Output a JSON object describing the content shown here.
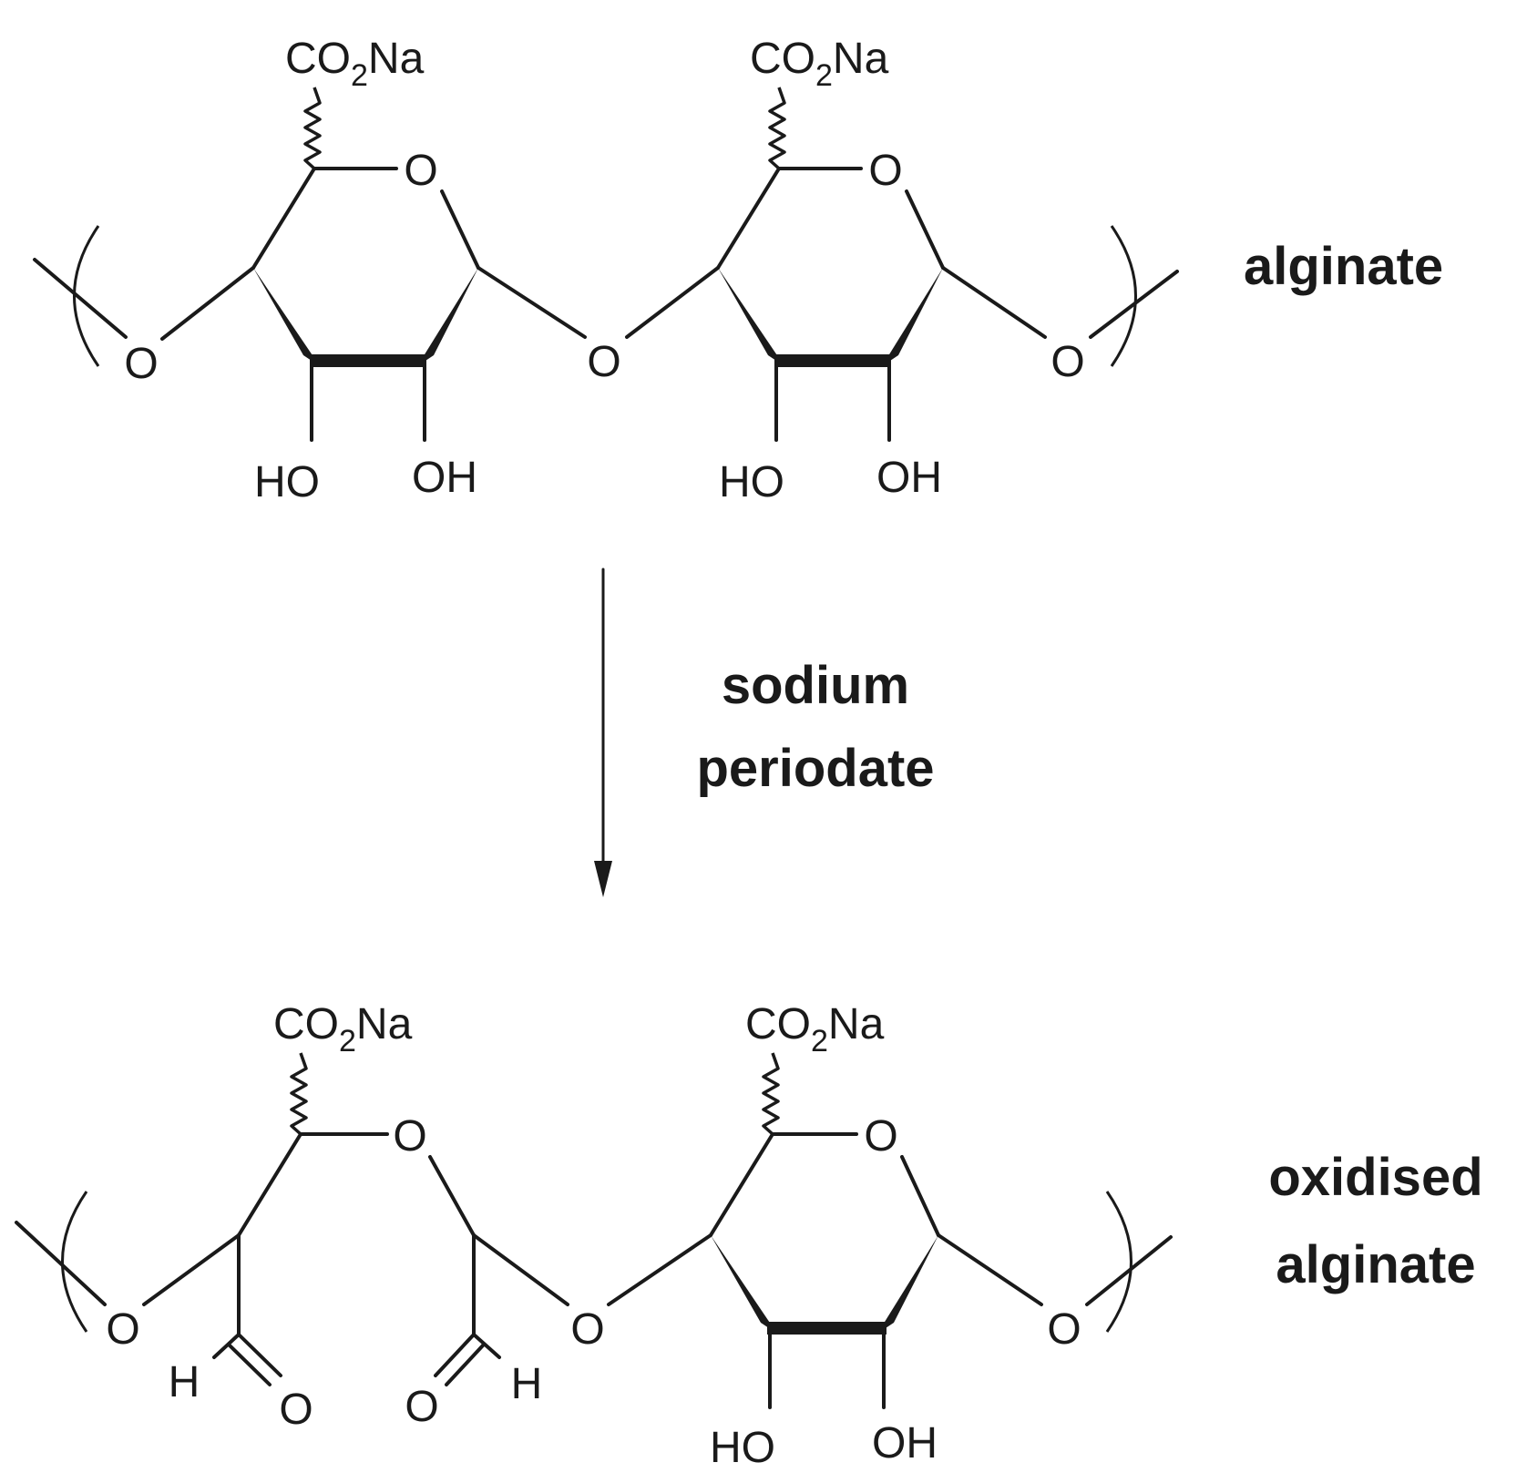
{
  "labels": {
    "reactant": "alginate",
    "reagent_line1": "sodium",
    "reagent_line2": "periodate",
    "product_line1": "oxidised",
    "product_line2": "alginate"
  },
  "atoms": {
    "oxygen": "O",
    "hydroxyl_left": "HO",
    "hydroxyl_right": "OH",
    "hydrogen": "H",
    "carboxylate_c": "CO",
    "carboxylate_sub": "2",
    "carboxylate_na": "Na"
  }
}
